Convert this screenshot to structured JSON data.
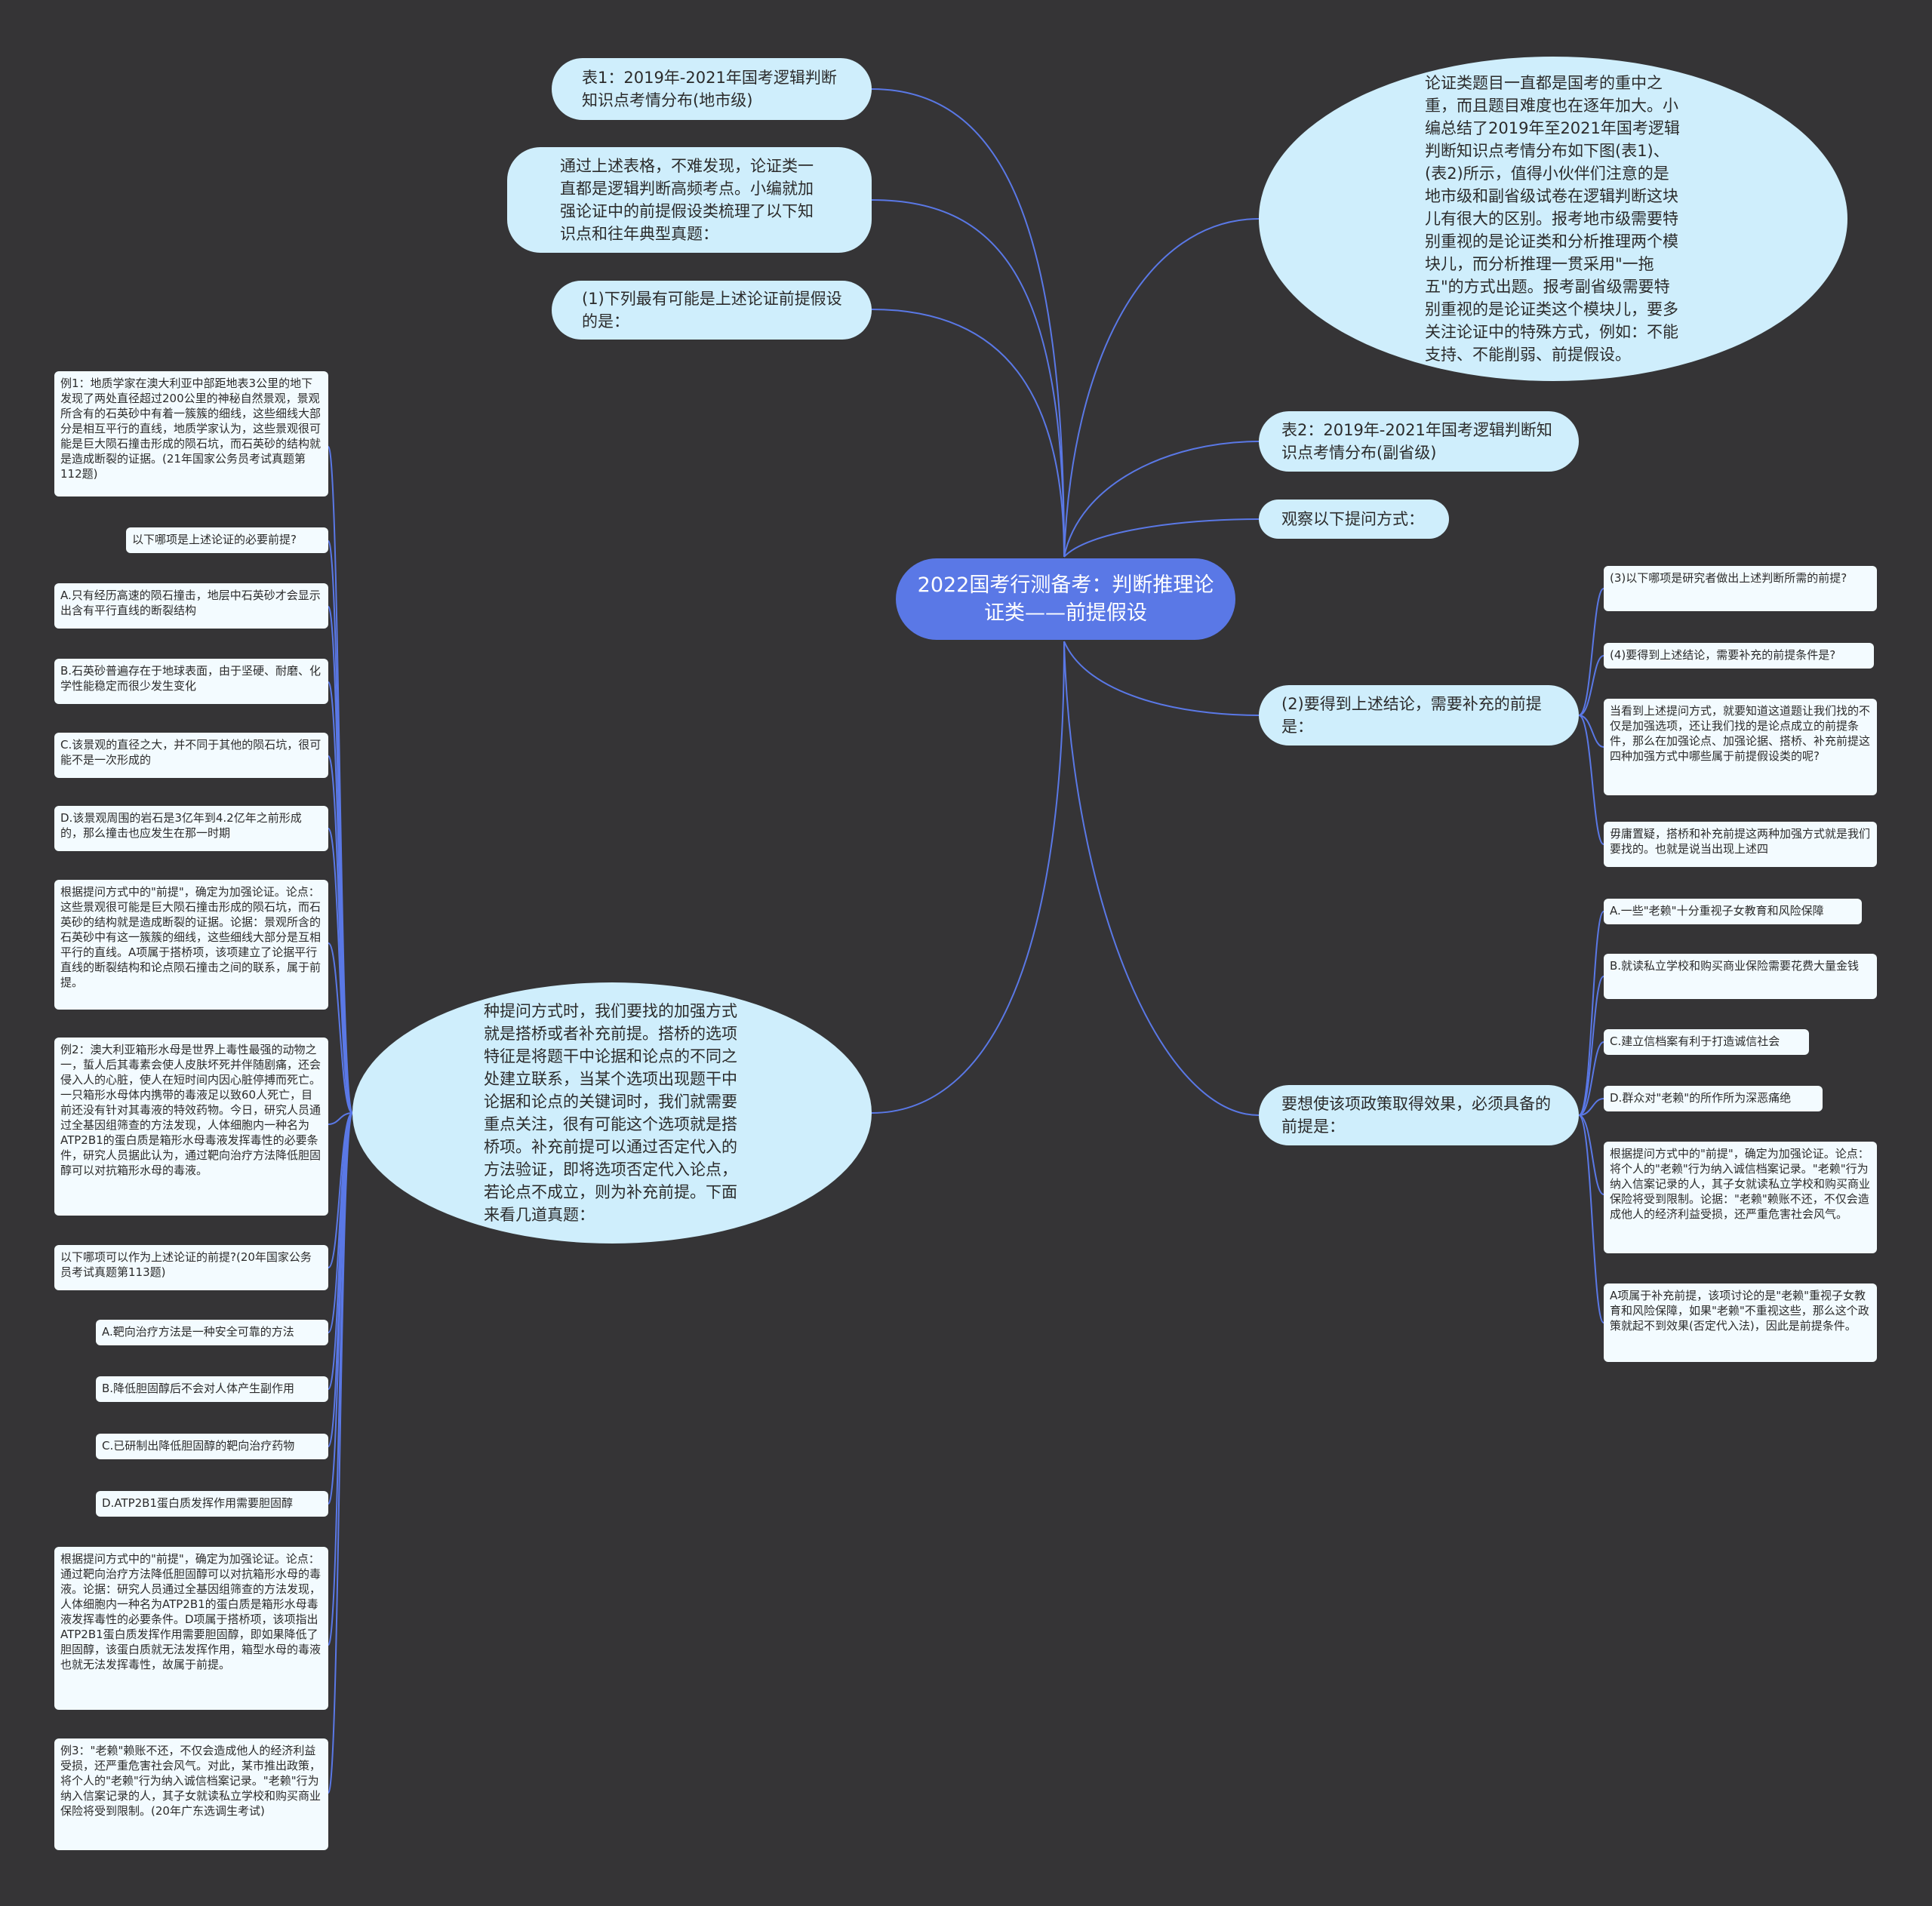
{
  "root": "2022国考行测备考：判断推理论证类——前提假设",
  "colors": {
    "background": "#353436",
    "root": "#5a78e6",
    "topic": "#cfeefc",
    "leaf": "#f3fbff",
    "line": "#5a78e6"
  },
  "topics": {
    "t1": "表1：2019年-2021年国考逻辑判断知识点考情分布(地市级)",
    "t2": "通过上述表格，不难发现，论证类一直都是逻辑判断高频考点。小编就加强论证中的前提假设类梳理了以下知识点和往年典型真题：",
    "t3": "(1)下列最有可能是上述论证前提假设的是：",
    "t4": "种提问方式时，我们要找的加强方式就是搭桥或者补充前提。搭桥的选项特征是将题干中论据和论点的不同之处建立联系，当某个选项出现题干中论据和论点的关键词时，我们就需要重点关注，很有可能这个选项就是搭桥项。补充前提可以通过否定代入的方法验证，即将选项否定代入论点，若论点不成立，则为补充前提。下面来看几道真题：",
    "r1": "论证类题目一直都是国考的重中之重，而且题目难度也在逐年加大。小编总结了2019年至2021年国考逻辑判断知识点考情分布如下图(表1)、(表2)所示，值得小伙伴们注意的是地市级和副省级试卷在逻辑判断这块儿有很大的区别。报考地市级需要特别重视的是论证类和分析推理两个模块儿，而分析推理一贯采用\"一拖五\"的方式出题。报考副省级需要特别重视的是论证类这个模块儿，要多关注论证中的特殊方式，例如：不能支持、不能削弱、前提假设。",
    "r2": "表2：2019年-2021年国考逻辑判断知识点考情分布(副省级)",
    "r3": "观察以下提问方式：",
    "r4": "(2)要得到上述结论，需要补充的前提是：",
    "r5": "要想使该项政策取得效果，必须具备的前提是："
  },
  "left_leaves": [
    "例1：地质学家在澳大利亚中部距地表3公里的地下发现了两处直径超过200公里的神秘自然景观，景观所含有的石英砂中有着一簇簇的细线，这些细线大部分是相互平行的直线，地质学家认为，这些景观很可能是巨大陨石撞击形成的陨石坑，而石英砂的结构就是造成断裂的证据。(21年国家公务员考试真题第112题)",
    "以下哪项是上述论证的必要前提?",
    "A.只有经历高速的陨石撞击，地层中石英砂才会显示出含有平行直线的断裂结构",
    "B.石英砂普遍存在于地球表面，由于坚硬、耐磨、化学性能稳定而很少发生变化",
    "C.该景观的直径之大，并不同于其他的陨石坑，很可能不是一次形成的",
    "D.该景观周围的岩石是3亿年到4.2亿年之前形成的，那么撞击也应发生在那一时期",
    "根据提问方式中的\"前提\"，确定为加强论证。论点：这些景观很可能是巨大陨石撞击形成的陨石坑，而石英砂的结构就是造成断裂的证据。论据：景观所含的石英砂中有这一簇簇的细线，这些细线大部分是互相平行的直线。A项属于搭桥项，该项建立了论据平行直线的断裂结构和论点陨石撞击之间的联系，属于前提。",
    "例2：澳大利亚箱形水母是世界上毒性最强的动物之一，蜇人后其毒素会使人皮肤坏死并伴随剧痛，还会侵入人的心脏，使人在短时间内因心脏停搏而死亡。一只箱形水母体内携带的毒液足以致60人死亡，目前还没有针对其毒液的特效药物。今日，研究人员通过全基因组筛查的方法发现，人体细胞内一种名为ATP2B1的蛋白质是箱形水母毒液发挥毒性的必要条件，研究人员据此认为，通过靶向治疗方法降低胆固醇可以对抗箱形水母的毒液。",
    "以下哪项可以作为上述论证的前提?(20年国家公务员考试真题第113题)",
    "A.靶向治疗方法是一种安全可靠的方法",
    "B.降低胆固醇后不会对人体产生副作用",
    "C.已研制出降低胆固醇的靶向治疗药物",
    "D.ATP2B1蛋白质发挥作用需要胆固醇",
    "根据提问方式中的\"前提\"，确定为加强论证。论点：通过靶向治疗方法降低胆固醇可以对抗箱形水母的毒液。论据：研究人员通过全基因组筛查的方法发现，人体细胞内一种名为ATP2B1的蛋白质是箱形水母毒液发挥毒性的必要条件。D项属于搭桥项，该项指出ATP2B1蛋白质发挥作用需要胆固醇，即如果降低了胆固醇，该蛋白质就无法发挥作用，箱型水母的毒液也就无法发挥毒性，故属于前提。",
    "例3：\"老赖\"赖账不还，不仅会造成他人的经济利益受损，还严重危害社会风气。对此，某市推出政策，将个人的\"老赖\"行为纳入诚信档案记录。\"老赖\"行为纳入信案记录的人，其子女就读私立学校和购买商业保险将受到限制。(20年广东选调生考试)"
  ],
  "right_leaves_a": [
    "(3)以下哪项是研究者做出上述判断所需的前提?",
    "(4)要得到上述结论，需要补充的前提条件是?",
    "当看到上述提问方式，就要知道这道题让我们找的不仅是加强选项，还让我们找的是论点成立的前提条件，那么在加强论点、加强论据、搭桥、补充前提这四种加强方式中哪些属于前提假设类的呢?",
    "毋庸置疑，搭桥和补充前提这两种加强方式就是我们要找的。也就是说当出现上述四"
  ],
  "right_leaves_b": [
    "A.一些\"老赖\"十分重视子女教育和风险保障",
    "B.就读私立学校和购买商业保险需要花费大量金钱",
    "C.建立信档案有利于打造诚信社会",
    "D.群众对\"老赖\"的所作所为深恶痛绝",
    "根据提问方式中的\"前提\"，确定为加强论证。论点：将个人的\"老赖\"行为纳入诚信档案记录。\"老赖\"行为纳入信案记录的人，其子女就读私立学校和购买商业保险将受到限制。论据：\"老赖\"赖账不还，不仅会造成他人的经济利益受损，还严重危害社会风气。",
    "A项属于补充前提，该项讨论的是\"老赖\"重视子女教育和风险保障，如果\"老赖\"不重视这些，那么这个政策就起不到效果(否定代入法)，因此是前提条件。"
  ]
}
